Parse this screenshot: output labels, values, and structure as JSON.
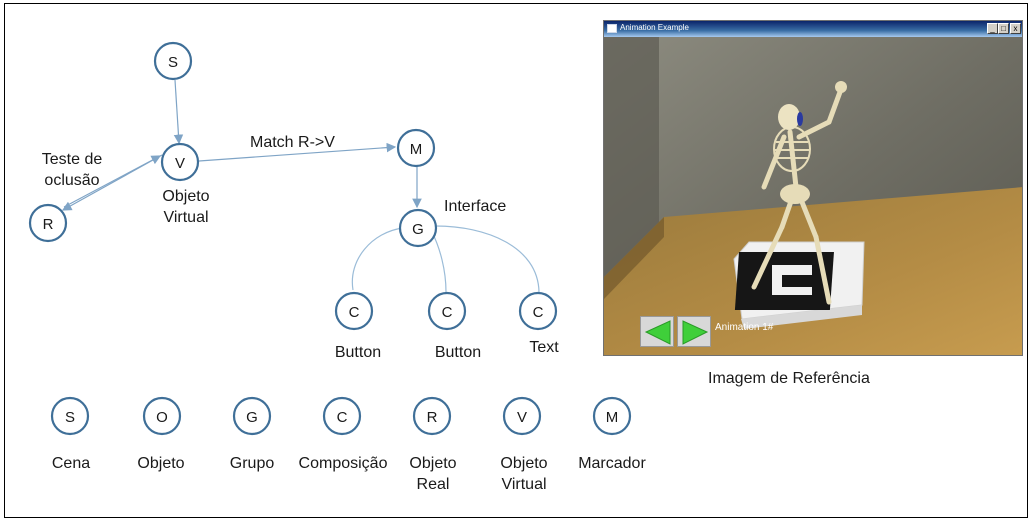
{
  "diagram": {
    "nodes": {
      "s": "S",
      "v": "V",
      "r": "R",
      "m": "M",
      "g": "G",
      "c1": "C",
      "c2": "C",
      "c3": "C"
    },
    "labels": {
      "teste_line1": "Teste de",
      "teste_line2": "oclusão",
      "objeto_line1": "Objeto",
      "objeto_line2": "Virtual",
      "match": "Match  R->V",
      "interface": "Interface",
      "c1": "Button",
      "c2": "Button",
      "c3": "Text"
    }
  },
  "legend": [
    {
      "letter": "S",
      "line1": "Cena",
      "line2": ""
    },
    {
      "letter": "O",
      "line1": "Objeto",
      "line2": ""
    },
    {
      "letter": "G",
      "line1": "Grupo",
      "line2": ""
    },
    {
      "letter": "C",
      "line1": "Composição",
      "line2": ""
    },
    {
      "letter": "R",
      "line1": "Objeto",
      "line2": "Real"
    },
    {
      "letter": "V",
      "line1": "Objeto",
      "line2": "Virtual"
    },
    {
      "letter": "M",
      "line1": "Marcador",
      "line2": ""
    }
  ],
  "screenshot": {
    "window_title": "Animation Example",
    "min_button": "_",
    "max_button": "□",
    "close_button": "x",
    "animation_label": "Animation 1#"
  },
  "caption": "Imagem de Referência",
  "colors": {
    "node_stroke": "#3f6f98",
    "edge": "#7fa4c6",
    "nav_arrow": "#3fcf3a"
  }
}
